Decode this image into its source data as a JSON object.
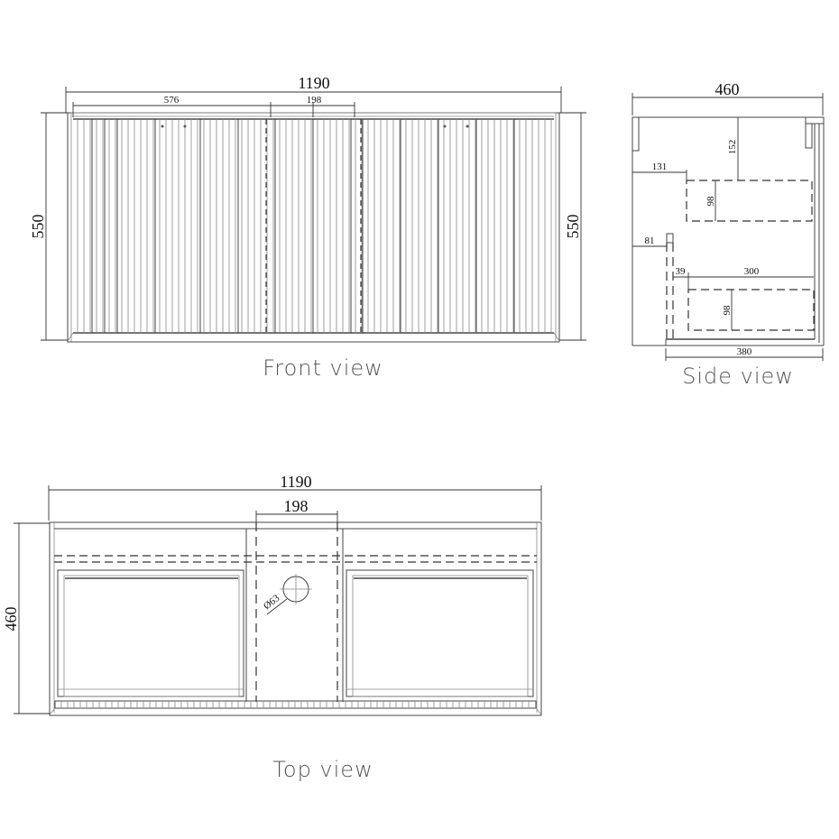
{
  "front_view": {
    "title": "Front view",
    "width_dim": "1190",
    "height_dim_left": "550",
    "height_dim_right": "550",
    "offset_dim": "576",
    "center_dim": "198"
  },
  "side_view": {
    "title": "Side view",
    "depth_dim": "460",
    "top_to_drawer_dim": "152",
    "drawer1_offset_dim": "131",
    "drawer1_height_dim": "98",
    "back_offset_dim": "81",
    "drawer2_offset_dim": "39",
    "drawer2_depth_dim": "300",
    "drawer2_height_dim": "98",
    "base_depth_dim": "380"
  },
  "top_view": {
    "title": "Top view",
    "width_dim": "1190",
    "center_dim": "198",
    "depth_dim": "460",
    "hole_dim": "Ø63"
  },
  "colors": {
    "line": "#444444",
    "text": "#111111",
    "label": "#555555"
  }
}
